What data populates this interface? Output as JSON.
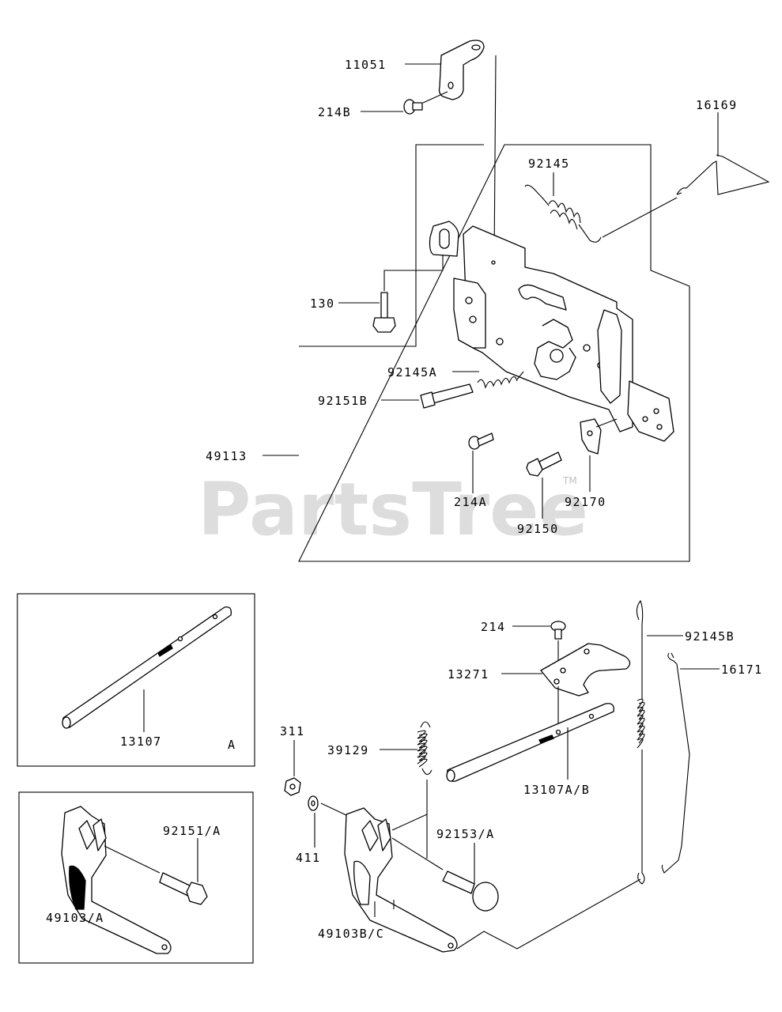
{
  "watermark": {
    "text": "PartsTree",
    "tm": "TM"
  },
  "labels": {
    "p11051": "11051",
    "p214B": "214B",
    "p16169": "16169",
    "p92145": "92145",
    "p130": "130",
    "p92145A": "92145A",
    "p92151B": "92151B",
    "p49113": "49113",
    "p214A": "214A",
    "p92170": "92170",
    "p92150": "92150",
    "p13107": "13107",
    "insetA": "A",
    "p92151A": "92151/A",
    "p49103A": "49103/A",
    "p214": "214",
    "p92145B": "92145B",
    "p13271": "13271",
    "p16171": "16171",
    "p311": "311",
    "p39129": "39129",
    "p13107AB": "13107A/B",
    "p411": "411",
    "p92153A": "92153/A",
    "p49103BC": "49103B/C"
  }
}
